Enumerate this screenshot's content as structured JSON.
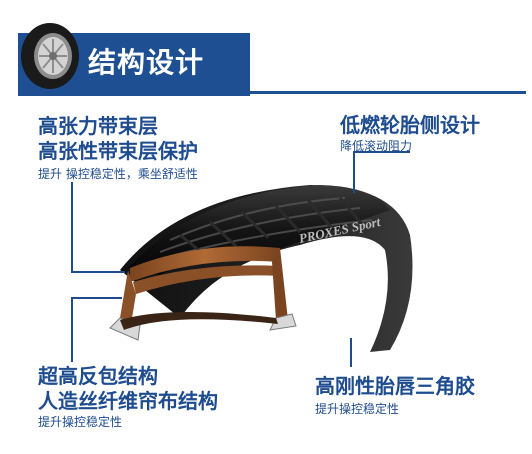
{
  "header": {
    "title": "结构设计"
  },
  "features": {
    "belt": {
      "line1": "高张力带束层",
      "line2": "高张性带束层保护",
      "desc": "提升 操控稳定性，乘坐舒适性"
    },
    "sidewall": {
      "title": "低燃轮胎侧设计",
      "desc": "降低滚动阻力"
    },
    "ply": {
      "line1": "超高反包结构",
      "line2": "人造丝纤维帘布结构",
      "desc": "提升操控稳定性"
    },
    "bead": {
      "title": "高刚性胎唇三角胶",
      "desc": "提升操控稳定性"
    }
  },
  "tire": {
    "sidewall_print": "PROXES Sport"
  },
  "colors": {
    "brand_blue": "#1d4f92",
    "label_blue": "#1e4c8f",
    "belt_copper": "#9a5a2c",
    "rubber": "#151515"
  }
}
